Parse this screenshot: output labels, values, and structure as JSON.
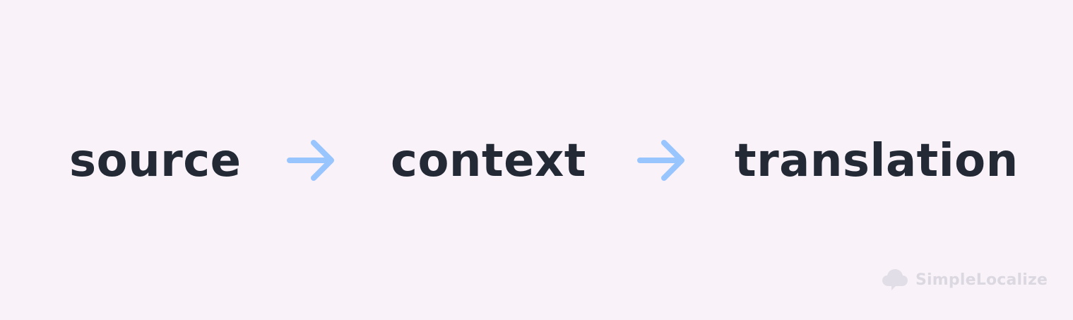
{
  "flow": {
    "steps": [
      {
        "label": "source"
      },
      {
        "label": "context"
      },
      {
        "label": "translation"
      }
    ],
    "arrow_icon": "arrow-right-icon",
    "colors": {
      "background": "#f9f2f9",
      "text": "#232a36",
      "arrow": "#99c5ff"
    }
  },
  "brand": {
    "name": "SimpleLocalize",
    "logo_icon": "cloud-chat-icon",
    "color": "#dcd8e2"
  }
}
